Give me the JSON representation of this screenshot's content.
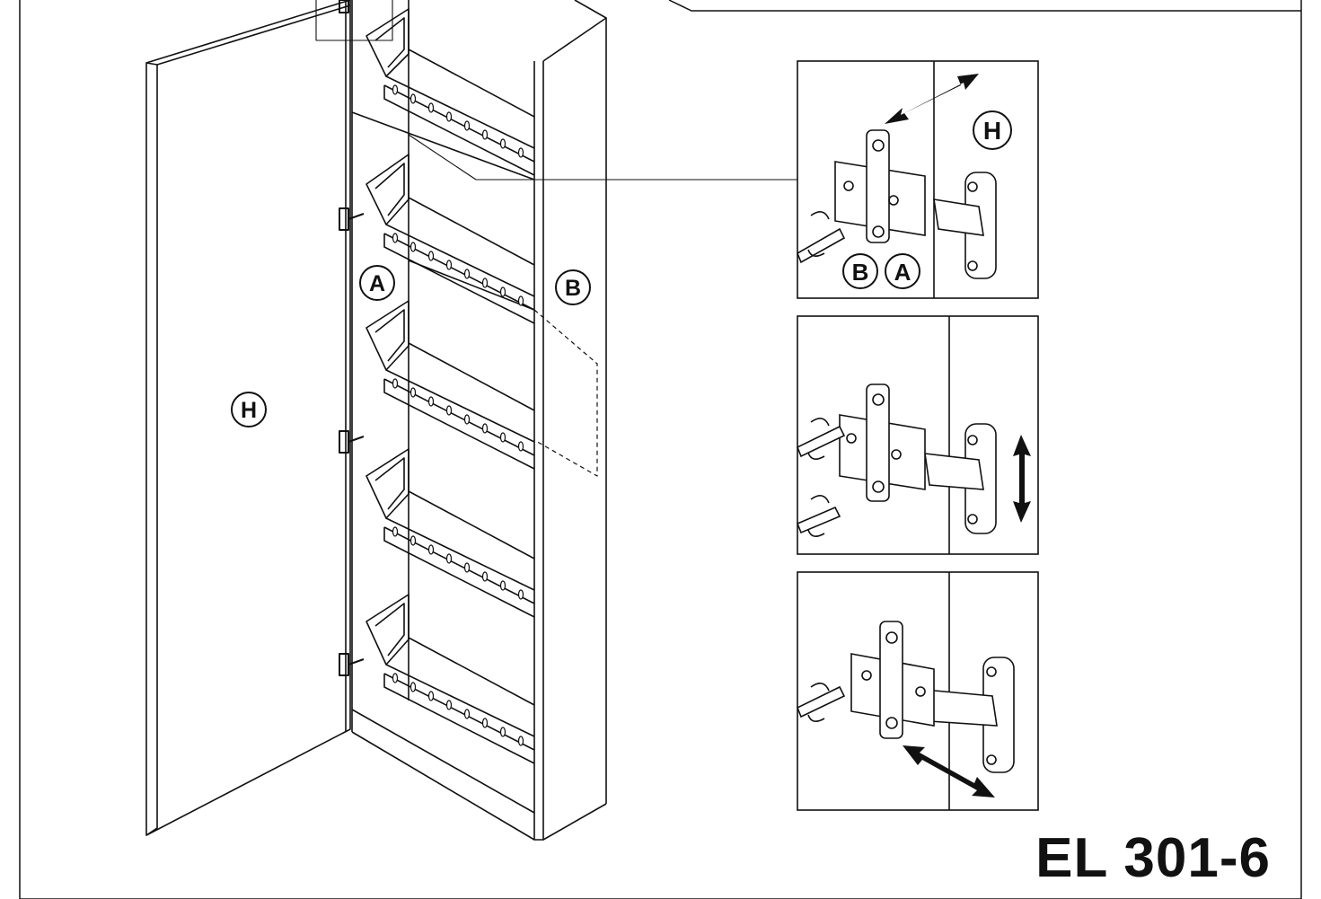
{
  "labels": {
    "door": "H",
    "side_a": "A",
    "side_b": "B",
    "detail_door": "H",
    "detail_screw_b": "B",
    "detail_screw_a": "A"
  },
  "model_code": "EL 301-6",
  "colors": {
    "line": "#111111",
    "paper": "#ffffff"
  },
  "icons": [
    "hinge-icon",
    "screwdriver-icon",
    "rotation-arrow-icon",
    "double-arrow-icon"
  ]
}
